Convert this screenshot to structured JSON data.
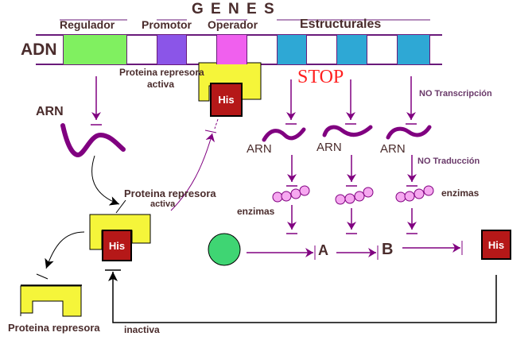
{
  "title": "G E N E S",
  "dna": {
    "label": "ADN",
    "segments": [
      {
        "name": "Regulador",
        "color": "#80f060"
      },
      {
        "name": "Promotor",
        "color": "#8b55e8"
      },
      {
        "name": "Operador",
        "color": "#f060ee"
      },
      {
        "name": "Estructurales",
        "color": "#2ea8d5"
      }
    ]
  },
  "colors": {
    "pathway": "#800080",
    "text": "#4a2c2c",
    "repressor": "#f5f53a",
    "his": "#b51818",
    "stop": "#ff2020",
    "enzyme": "#f6a8f0",
    "precursor": "#3fd573"
  },
  "labels": {
    "arn_regulator": "ARN",
    "arn": "ARN",
    "stop": "STOP",
    "no_transcription": "NO  Transcripción",
    "no_translation": "NO Traducción",
    "enzymes": "enzimas",
    "active_repressor": "Proteina represora",
    "active_word": "activa",
    "inactive_repressor": "Proteina represora",
    "inactive_word": "inactiva",
    "his": "His",
    "intermediate_a": "A",
    "intermediate_b": "B"
  }
}
